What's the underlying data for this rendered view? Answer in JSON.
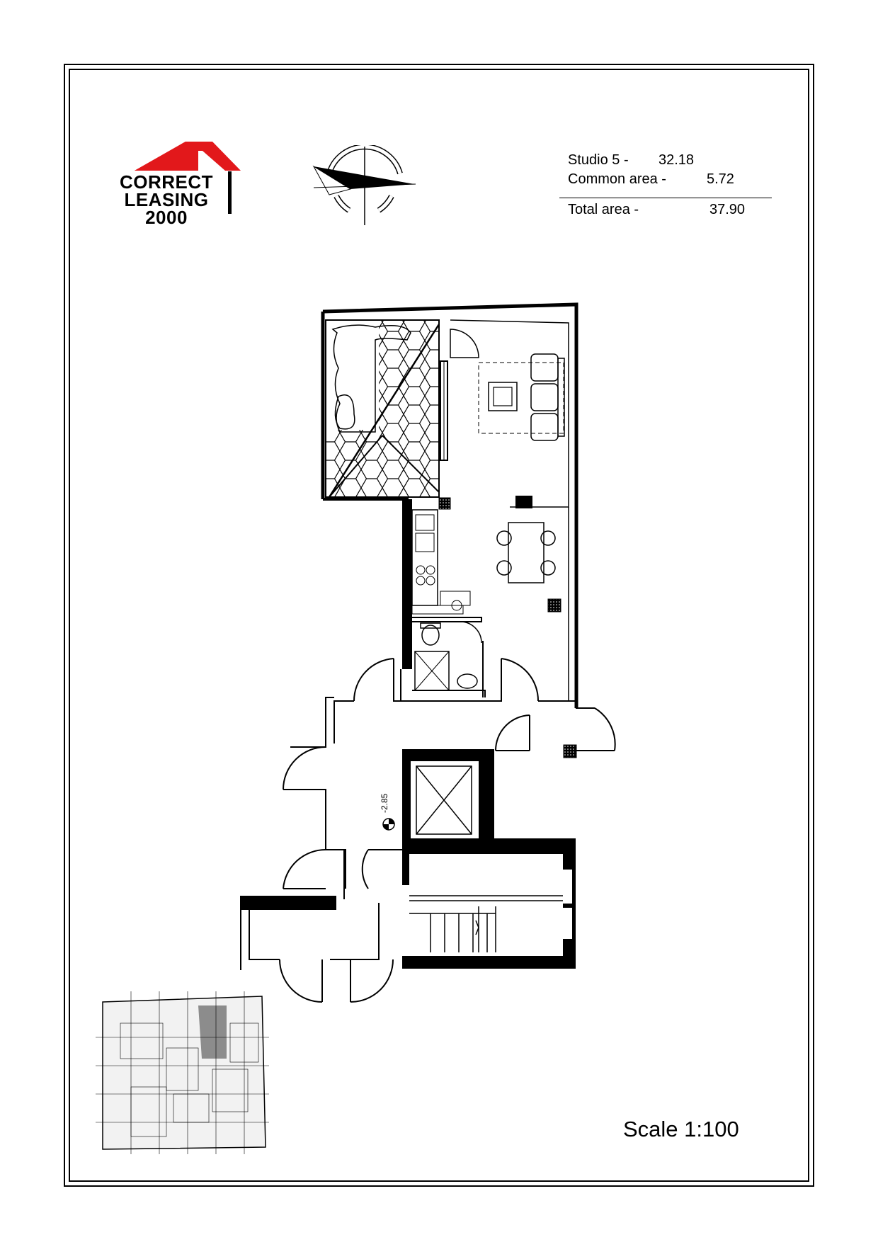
{
  "logo": {
    "line1": "CORRECT",
    "line2": "LEASING",
    "line3": "2000",
    "roof_color": "#e2181b"
  },
  "compass": {
    "icon": "north-arrow-icon"
  },
  "areas": {
    "studio_label": "Studio  5 -",
    "studio_value": "32.18",
    "common_label": "Common area -",
    "common_value": "5.72",
    "total_label": "Total area -",
    "total_value": "37.90"
  },
  "plan": {
    "level_mark": "-2.85"
  },
  "scale": "Scale 1:100"
}
